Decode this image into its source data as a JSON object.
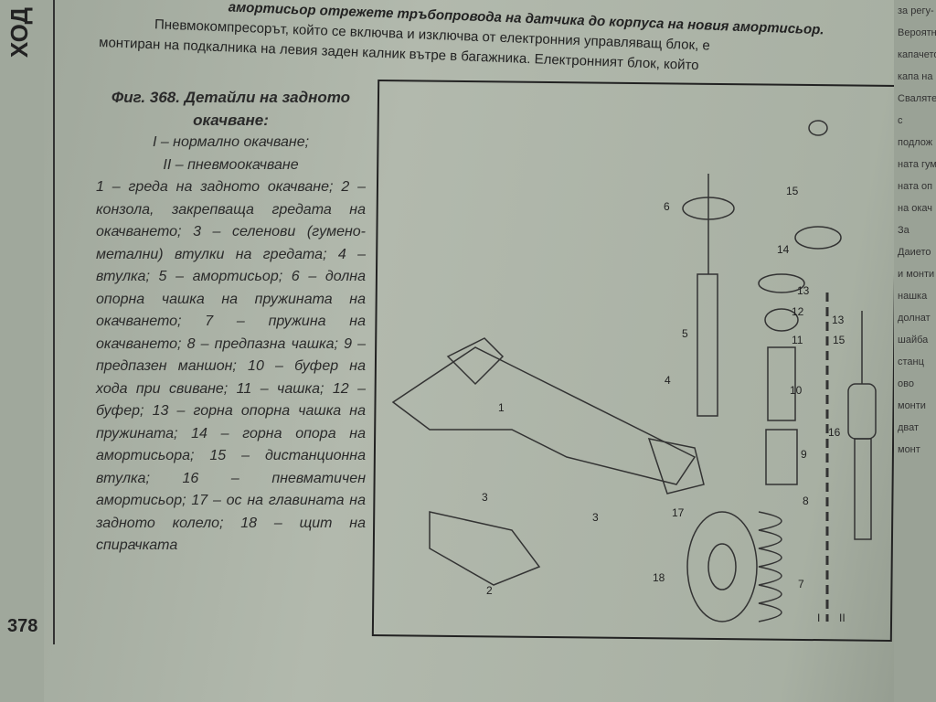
{
  "section_title": "ХОД",
  "page_number": "378",
  "top_text": [
    "амортисьор отрежете тръбопровода на датчика до корпуса на новия амортисьор.",
    "Пневмокомпресорът, който се включва и изключва от електронния управляващ блок, е",
    "монтиран на подкалника на левия заден калник вътре в багажника. Електронният блок, който"
  ],
  "caption": {
    "title": "Фиг. 368. Детайли на задното окачване:",
    "legend_modes": [
      "I – нормално окачване;",
      "II – пневмоокачване"
    ],
    "body": "1 – греда на задното окачване; 2 – конзола, закрепваща гредата на окачването; 3 – селенови (гумено-метални) втулки на гредата; 4 – втулка; 5 – амортисьор; 6 – долна опорна чашка на пружината на окачването; 7 – пружина на окачването; 8 – предпазна чашка; 9 – предпазен маншон; 10 – буфер на хода при свиване; 11 – чашка; 12 – буфер; 13 – горна опорна чашка на пружината; 14 – горна опора на амортисьора; 15 – дистанционна втулка; 16 – пневматичен амортисьор; 17 – ос на главината на задното колело; 18 – щит на спирачката"
  },
  "diagram_labels": [
    "1",
    "2",
    "3",
    "3",
    "4",
    "5",
    "6",
    "7",
    "8",
    "9",
    "10",
    "11",
    "12",
    "13",
    "14",
    "15",
    "13",
    "15",
    "16",
    "17",
    "18",
    "I",
    "II"
  ],
  "next_page_fragments": [
    "за регу-",
    "Вероятн",
    "капачето",
    "капа на",
    "Сваляте",
    "с подлож",
    "ната гум",
    "ната оп",
    "на окач",
    "За",
    "Даието",
    "и монти",
    "нашка",
    "долнат",
    "шайба",
    "станц",
    "ово",
    "монти",
    "дват",
    "монт"
  ]
}
